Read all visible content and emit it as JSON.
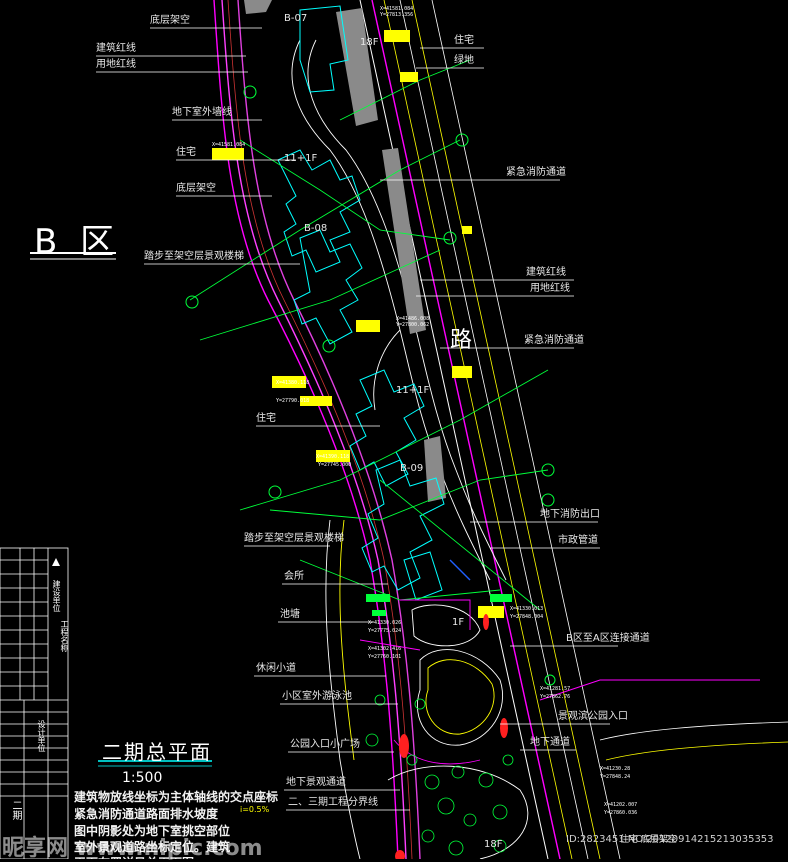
{
  "region_title": "B 区",
  "plan_title": "二期总平面",
  "scale": "1:500",
  "road_label": "路",
  "building_codes": [
    "B-07",
    "B-08",
    "B-09"
  ],
  "floor_labels": [
    "18F",
    "11+1F",
    "11+1F",
    "1F",
    "18F"
  ],
  "callouts_left": [
    "底层架空",
    "建筑红线",
    "用地红线",
    "地下室外墙线",
    "住宅",
    "底层架空",
    "踏步至架空层景观楼梯",
    "住宅",
    "踏步至架空层景观楼梯",
    "会所",
    "池塘",
    "休闲小道",
    "小区室外游泳池",
    "公园入口小广场",
    "地下景观通道",
    "二、三期工程分界线"
  ],
  "callouts_right": [
    "住宅",
    "绿地",
    "紧急消防通道",
    "建筑红线",
    "用地红线",
    "紧急消防通道",
    "地下消防出口",
    "市政管道",
    "B区至A区连接通道",
    "景观滨公园入口",
    "地下通道"
  ],
  "bottom_right_label": "住宅 底层架空",
  "notes": [
    "建筑物放线坐标为主体轴线的交点座标",
    "紧急消防通道路面排水坡度",
    "图中阴影处为地下室挑空部位",
    "室外景观道路坐标定位。建筑",
    "平面布置详见总平面图"
  ],
  "slope_value": "i=0.5%",
  "title_block_lines": [
    "建设单位",
    "工程名称",
    "设计单位",
    "二期"
  ],
  "watermark": "昵享网 www.nipic.com",
  "image_id": "ID:2823451 NO:20120914215213035353",
  "colors": {
    "background": "#000000",
    "magenta": "#ff00ff",
    "green": "#00ff3a",
    "yellow": "#ffff00",
    "cyan": "#00ffff",
    "red": "#ff2020"
  }
}
